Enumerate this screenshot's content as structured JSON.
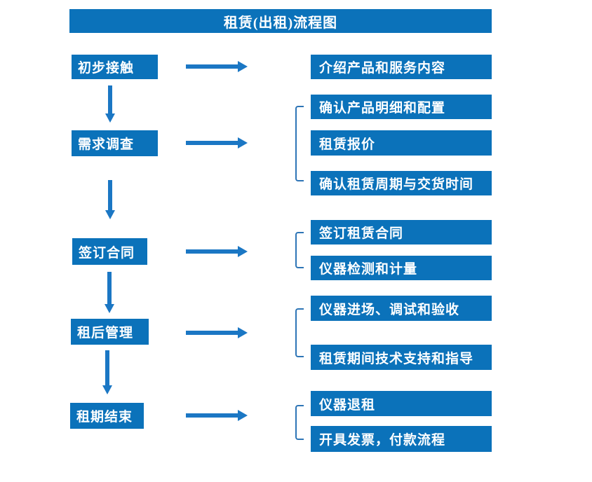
{
  "title": "租赁(出租)流程图",
  "colors": {
    "page_bg": "#ffffff",
    "box_fill": "#0b72ba",
    "box_text": "#ffffff",
    "arrow": "#1b77c4",
    "bracket": "#2e75b6"
  },
  "stages": [
    {
      "label": "初步接触",
      "outputs": [
        "介绍产品和服务内容"
      ]
    },
    {
      "label": "需求调查",
      "outputs": [
        "确认产品明细和配置",
        "租赁报价",
        "确认租赁周期与交货时间"
      ]
    },
    {
      "label": "签订合同",
      "outputs": [
        "签订租赁合同",
        "仪器检测和计量"
      ]
    },
    {
      "label": "租后管理",
      "outputs": [
        "仪器进场、调试和验收",
        "租赁期间技术支持和指导"
      ]
    },
    {
      "label": "租期结束",
      "outputs": [
        "仪器退租",
        "开具发票，付款流程"
      ]
    }
  ]
}
